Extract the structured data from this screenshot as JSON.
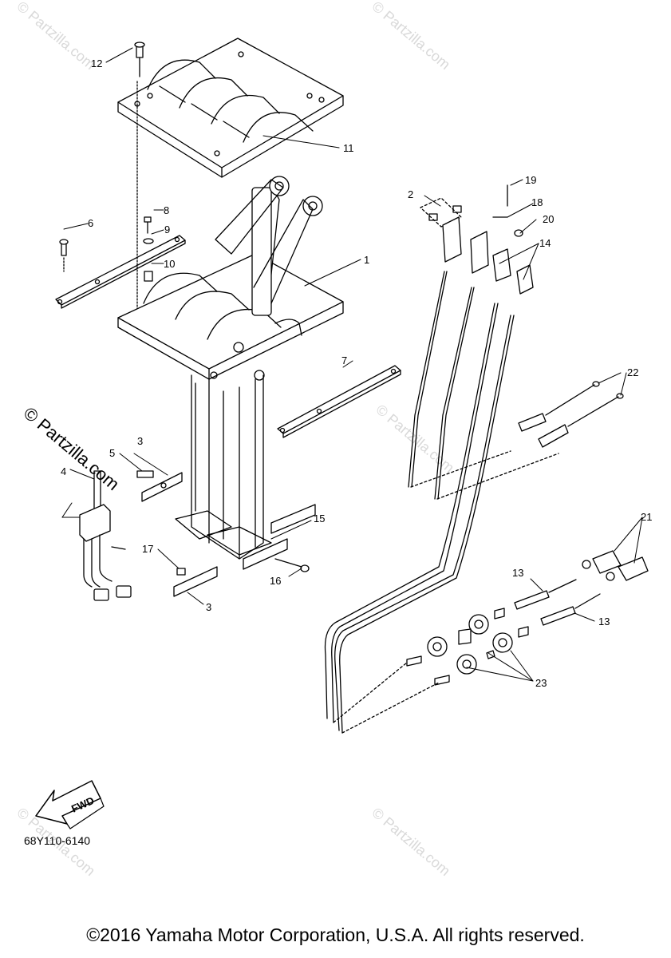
{
  "watermarks": {
    "small": "© Partzilla.com",
    "big": "© Partzilla.com"
  },
  "callouts": {
    "c1": "1",
    "c2": "2",
    "c3a": "3",
    "c3b": "3",
    "c4": "4",
    "c5": "5",
    "c6": "6",
    "c7": "7",
    "c8": "8",
    "c9": "9",
    "c10": "10",
    "c11": "11",
    "c12": "12",
    "c13a": "13",
    "c13b": "13",
    "c14": "14",
    "c15": "15",
    "c16": "16",
    "c17": "17",
    "c18": "18",
    "c19": "19",
    "c20": "20",
    "c21": "21",
    "c22": "22",
    "c23": "23"
  },
  "fwd_label": "FWD",
  "part_code": "68Y110-6140",
  "copyright": "©2016  Yamaha Motor Corporation, U.S.A. All rights reserved.",
  "colors": {
    "line": "#000000",
    "watermark": "#d9d9d9"
  }
}
